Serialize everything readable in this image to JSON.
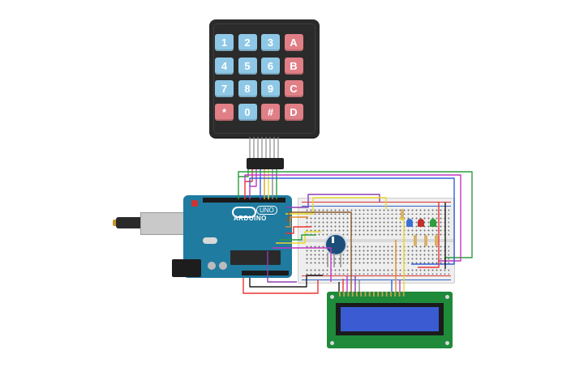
{
  "keypad": {
    "rows": [
      [
        "1",
        "2",
        "3",
        "A"
      ],
      [
        "4",
        "5",
        "6",
        "B"
      ],
      [
        "7",
        "8",
        "9",
        "C"
      ],
      [
        "*",
        "0",
        "#",
        "D"
      ]
    ]
  },
  "arduino": {
    "logo_text": "ARDUINO",
    "model": "UNO"
  },
  "colors": {
    "keypad_body": "#2b2b2b",
    "key_number": "#8fc8e6",
    "key_function": "#e07f86",
    "arduino_board": "#1f7ba0",
    "lcd_board": "#1e8a3a",
    "lcd_screen": "#3a5bd1",
    "breadboard": "#eeeeee",
    "led_blue": "#3b6fd8",
    "led_red": "#c0302f",
    "led_green": "#2e9e3b"
  }
}
